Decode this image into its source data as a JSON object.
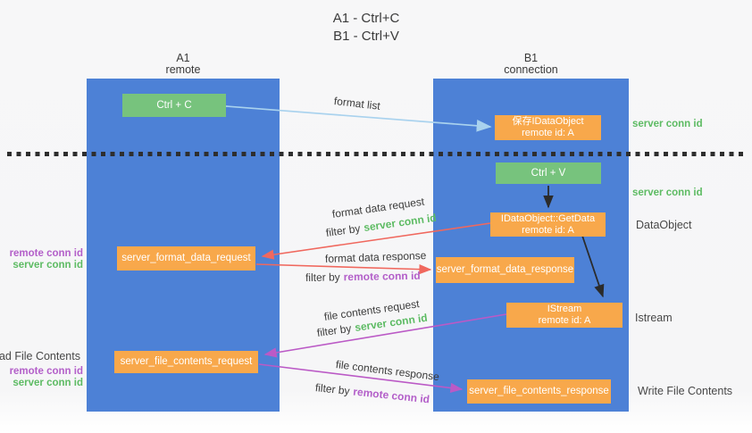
{
  "title": {
    "line1": "A1 - Ctrl+C",
    "line2": "B1 - Ctrl+V"
  },
  "lifelines": {
    "a1": {
      "name": "A1",
      "subtitle": "remote"
    },
    "b1": {
      "name": "B1",
      "subtitle": "connection"
    }
  },
  "nodes": {
    "ctrl_c": {
      "label": "Ctrl + C"
    },
    "ctrl_v": {
      "label": "Ctrl + V"
    },
    "save_idataobject": {
      "line1": "保存IDataObject",
      "line2": "remote id: A"
    },
    "idataobject_getdata": {
      "line1": "IDataObject::GetData",
      "line2": "remote id: A"
    },
    "istream": {
      "line1": "IStream",
      "line2": "remote id: A"
    },
    "server_format_data_request": {
      "label": "server_format_data_request"
    },
    "server_format_data_response": {
      "label": "server_format_data_response"
    },
    "server_file_contents_request": {
      "label": "server_file_contents_request"
    },
    "server_file_contents_response": {
      "label": "server_file_contents_response"
    }
  },
  "labels": {
    "format_list": "format list",
    "format_data_request": "format data request",
    "format_data_response": "format data response",
    "file_contents_request": "file contents request",
    "file_contents_response": "file contents response",
    "filter_by": "filter by",
    "server_conn_id": "server conn id",
    "remote_conn_id": "remote conn id",
    "dataobject": "DataObject",
    "istream": "Istream",
    "read_file_contents": "Read File Contents",
    "write_file_contents": "Write File Contents"
  },
  "colors": {
    "lifeline_blue": "#4d81d6",
    "node_green": "#77c37d",
    "node_orange": "#f8a84b",
    "arrow_lightblue": "#a9d2ee",
    "arrow_red": "#f0685e",
    "arrow_purple": "#bb5ac6",
    "arrow_black": "#2b2b2b",
    "text_green": "#5dbb63",
    "text_purple": "#b35fc9",
    "text_dark": "#3c3c3c"
  }
}
